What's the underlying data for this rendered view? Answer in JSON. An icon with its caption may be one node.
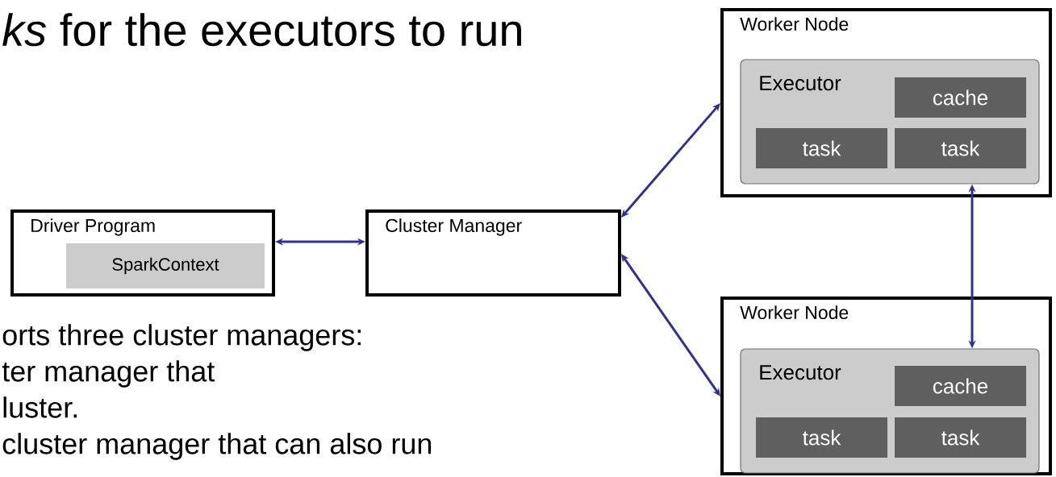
{
  "diagram": {
    "title": "*ks* for the executors to run",
    "nodes": [
      {
        "text": [
          "Driver Program"
        ]
      },
      {
        "text": [
          "SparkContext"
        ],
        "in": 0
      },
      {
        "text": [
          "Cluster Manager"
        ]
      },
      {
        "text": [
          "Worker Node"
        ]
      },
      {
        "text": [
          "Executor"
        ],
        "in": 3
      },
      {
        "text": [
          "cache"
        ],
        "in": 4
      },
      {
        "text": [
          "task"
        ],
        "in": 4
      },
      {
        "text": [
          "task"
        ],
        "in": 4
      },
      {
        "text": [
          "Worker Node"
        ]
      },
      {
        "text": [
          "Executor"
        ],
        "in": 8
      },
      {
        "text": [
          "cache"
        ],
        "in": 9
      },
      {
        "text": [
          "task"
        ],
        "in": 9
      },
      {
        "text": [
          "task"
        ],
        "in": 9
      }
    ],
    "edges": [
      {
        "from": 0,
        "to": 2,
        "arrow": "both"
      },
      {
        "from": 2,
        "to": 3,
        "arrow": "both"
      },
      {
        "from": 2,
        "to": 8,
        "arrow": "both"
      },
      {
        "from": 4,
        "to": 9,
        "arrow": "both"
      }
    ],
    "labels": [
      "orts three cluster managers:",
      "ter manager that",
      "luster.",
      "cluster manager that can also run"
    ]
  }
}
